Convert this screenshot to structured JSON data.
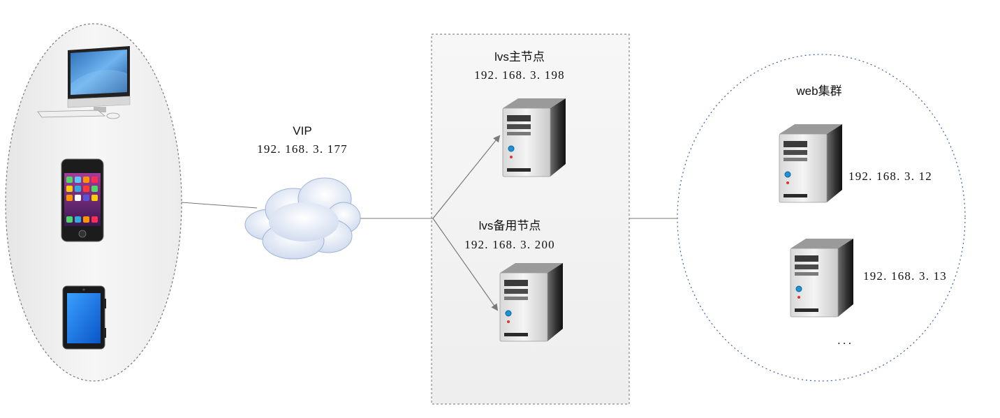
{
  "vip": {
    "title": "VIP",
    "ip": "192. 168. 3. 177"
  },
  "lvs_master": {
    "title": "lvs主节点",
    "ip": "192. 168. 3. 198"
  },
  "lvs_backup": {
    "title": "lvs备用节点",
    "ip": "192. 168. 3. 200"
  },
  "web_cluster": {
    "title": "web集群",
    "servers": [
      {
        "ip": "192. 168. 3. 12"
      },
      {
        "ip": "192. 168. 3. 13"
      }
    ],
    "more": "..."
  },
  "colors": {
    "client_group_border": "#7a7a7a",
    "lvs_box_border": "#8a8a8a",
    "web_group_border": "#3f5f9f",
    "link": "#777777",
    "arrow": "#7a7a7a"
  }
}
